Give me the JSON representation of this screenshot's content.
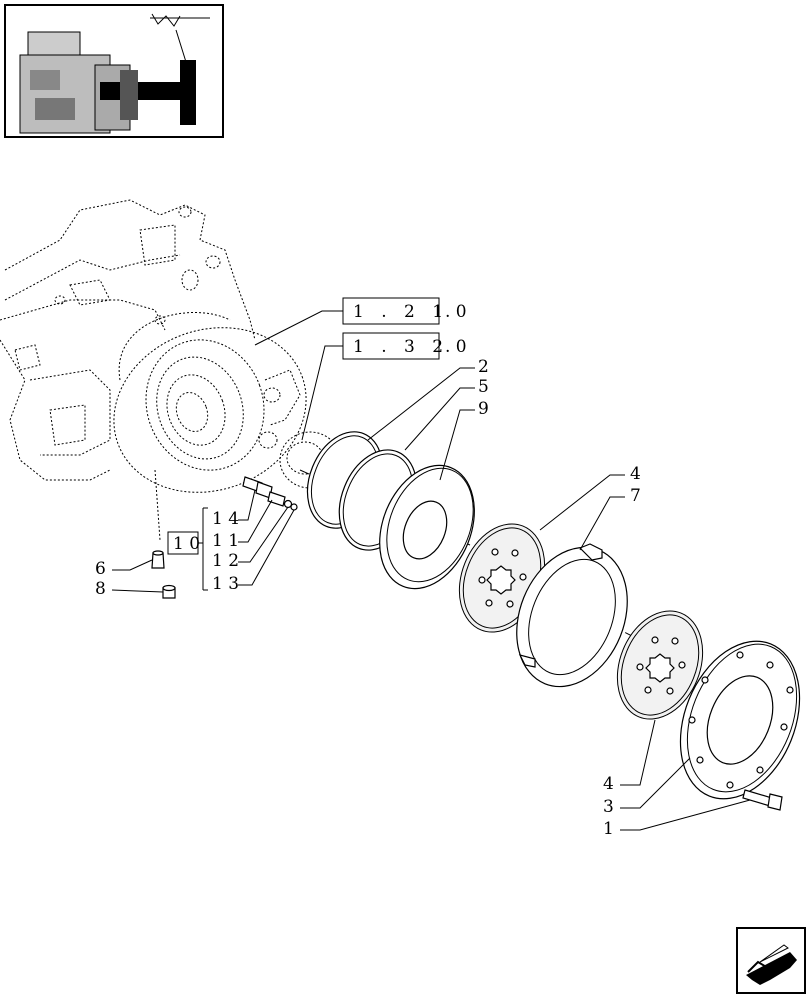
{
  "diagram": {
    "refs": [
      {
        "id": "ref-1-21",
        "box": "1 . 2 1",
        "suffix": ". 0"
      },
      {
        "id": "ref-1-32",
        "box": "1 . 3 2",
        "suffix": ". 0"
      }
    ],
    "callouts": {
      "c2": "2",
      "c5": "5",
      "c9": "9",
      "c4a": "4",
      "c7": "7",
      "c4b": "4",
      "c3": "3",
      "c1": "1",
      "c6": "6",
      "c8": "8",
      "c14": "1 4",
      "c11": "1 1",
      "c12": "1 2",
      "c13": "1 3",
      "c10": "1 0"
    },
    "icons": {
      "thumbnail": "assembly-thumbnail",
      "nav": "next-page-arrow-icon"
    }
  }
}
